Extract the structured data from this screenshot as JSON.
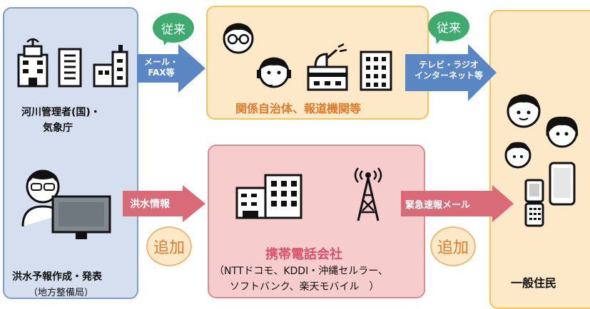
{
  "left": {
    "river_label_1": "河川管理者(国)・",
    "river_label_2": "気象庁",
    "forecast_label": "洪水予報作成・発表",
    "forecast_sub": "（地方整備局）"
  },
  "arrows": {
    "top_left_1": "メール・",
    "top_left_2": "FAX等",
    "top_right_1": "テレビ・ラジオ",
    "top_right_2": "インターネット等",
    "bottom_left": "洪水情報",
    "bottom_right": "緊急速報メール"
  },
  "bubbles": {
    "traditional_1": "従来",
    "traditional_2": "従来",
    "added_1": "追加",
    "added_2": "追加"
  },
  "mid_top": {
    "label": "関係自治体、報道機関等"
  },
  "mid_bottom": {
    "title": "携帯電話会社",
    "carriers_1": "（NTTドコモ、KDDI・沖縄セルラー、",
    "carriers_2": "ソフトバンク、楽天モバイル　）"
  },
  "right": {
    "label": "一般住民"
  },
  "colors": {
    "blue_arrow": "#5b86c4",
    "red_arrow": "#d96b78",
    "green_bubble": "#3faa6f",
    "orange_text": "#e07a2c",
    "pink_text": "#d9536a"
  },
  "icons": [
    "office-building-icon",
    "radar-building-icon",
    "person-glasses-icon",
    "person-headset-icon",
    "broadcast-station-icon",
    "computer-operator-icon",
    "phone-tower-icon",
    "flip-phone-icon",
    "smartphone-icon"
  ]
}
